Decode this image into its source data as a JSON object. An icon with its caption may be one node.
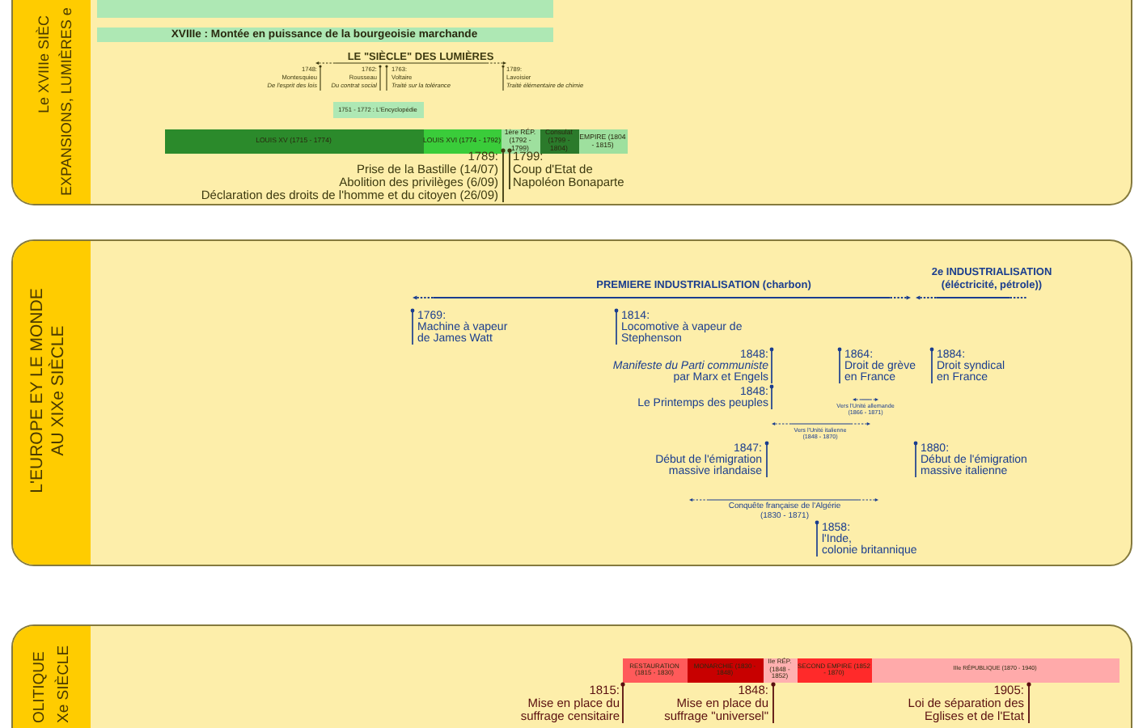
{
  "diagram": {
    "nodes": [
      {
        "text": [
          "Le XVIIIe SIÈC",
          "EXPANSIONS, LUMIÈRES e"
        ]
      },
      {
        "text": [],
        "shape": "bar",
        "in": 0
      },
      {
        "text": [
          "XVIIIe : Montée en puissance de la bourgeoisie marchande"
        ],
        "in": 0
      },
      {
        "text": [
          "1751 - 1772 : L'Encyclopédie"
        ],
        "in": 0
      },
      {
        "text": [
          "LOUIS XV (1715 - 1774)"
        ],
        "in": 0
      },
      {
        "text": [
          "LOUIS XVI (1774 - 1792)"
        ],
        "in": 0
      },
      {
        "text": [
          "1ère RÉP. (1792 - 1799)"
        ],
        "in": 0
      },
      {
        "text": [
          "Consulat (1799 - 1804)"
        ],
        "in": 0
      },
      {
        "text": [
          "EMPIRE (1804 - 1815)"
        ],
        "in": 0
      },
      {
        "text": [
          "L'EUROPE EY LE MONDE AU XIXe SIÈCLE"
        ]
      },
      {
        "text": [
          "OLITIQUE",
          "Xe SIÈCLE"
        ]
      },
      {
        "text": [
          "RESTAURATION (1815 - 1830)"
        ],
        "in": 10
      },
      {
        "text": [
          "MONARCHIE (1830 - 1848)"
        ],
        "in": 10
      },
      {
        "text": [
          "IIe RÉP. (1848 - 1852)"
        ],
        "in": 10
      },
      {
        "text": [
          "SECOND EMPIRE (1852 - 1870)"
        ],
        "in": 10
      },
      {
        "text": [
          "IIIe RÉPUBLIQUE (1870 - 1940)"
        ],
        "in": 10
      }
    ],
    "labels": [
      "LE \"SIÈCLE\" DES LUMIÈRES",
      "1748:",
      "Montesquieu",
      "De l'esprit des lois",
      "1762:",
      "Rousseau",
      "Du contrat social",
      "1763:",
      "Voltaire",
      "Traité sur la tolérance",
      "1789:",
      "Lavoisier",
      "Traité élémentaire de chimie",
      "1789:",
      "Prise de la Bastille (14/07)",
      "Abolition des privilèges (6/09)",
      "Déclaration des droits de l'homme et du citoyen (26/09)",
      "1799:",
      "Coup d'Etat de",
      "Napoléon Bonaparte",
      "PREMIERE INDUSTRIALISATION (charbon)",
      "2e INDUSTRIALISATION",
      "(éléctricité, pétrole))",
      "1769:",
      "Machine à vapeur",
      "de James Watt",
      "1814:",
      "Locomotive à vapeur de",
      "Stephenson",
      "1848:",
      "Manifeste du Parti communiste",
      "par Marx et Engels",
      "1864:",
      "Droit de grève",
      "en France",
      "1884:",
      "Droit syndical",
      "en France",
      "1848:",
      "Le Printemps des peuples",
      "Vers l'Unité allemande",
      "(1866 - 1871)",
      "Vers l'Unité italienne",
      "(1848 - 1870)",
      "1847:",
      "Début de l'émigration",
      "massive irlandaise",
      "1880:",
      "Début de l'émigration",
      "massive italienne",
      "Conquête française de l'Algérie",
      "(1830 - 1871)",
      "1858:",
      "l'Inde,",
      "colonie britannique",
      "1815:",
      "Mise en place du",
      "suffrage censitaire",
      "1848:",
      "Mise en place du",
      "suffrage \"universel\"",
      "1905:",
      "Loi de séparation des",
      "Eglises et de l'Etat"
    ]
  }
}
